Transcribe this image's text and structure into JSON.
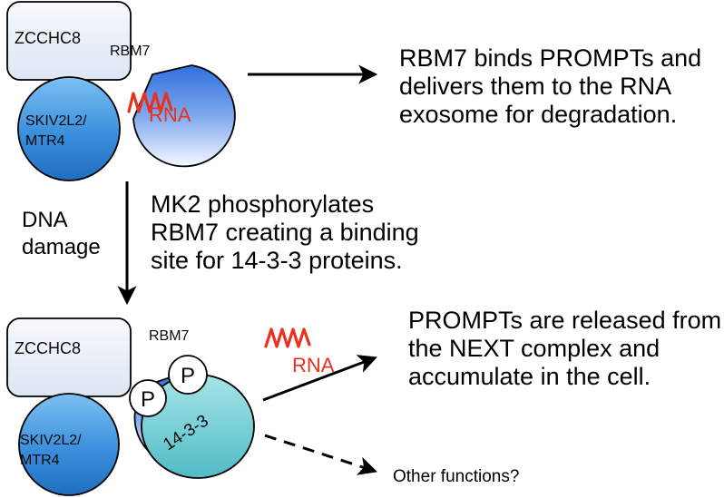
{
  "top_complex": {
    "zcchc8": "ZCCHC8",
    "rbm7": "RBM7",
    "skiv_line1": "SKIV2L2/",
    "skiv_line2": "MTR4",
    "rna": "RNA"
  },
  "top_statement": [
    "RBM7 binds PROMPTs and",
    "delivers them to the RNA",
    "exosome for degradation."
  ],
  "trigger_label": [
    "DNA",
    "damage"
  ],
  "mechanism_text": [
    "MK2 phosphorylates",
    "RBM7 creating a binding",
    "site for 14-3-3 proteins."
  ],
  "bottom_complex": {
    "zcchc8": "ZCCHC8",
    "rbm7": "RBM7",
    "skiv_line1": "SKIV2L2/",
    "skiv_line2": "MTR4",
    "phospho_a": "P",
    "phospho_b": "P",
    "adaptor": "14-3-3",
    "rna": "RNA"
  },
  "release_statement": [
    "PROMPTs are released from",
    "the NEXT complex and",
    "accumulate in the cell."
  ],
  "other_label": "Other functions?",
  "colors": {
    "zcchc8_fill": "#eef3fb",
    "skiv_blue": "#3a8fdc",
    "rbm7_blue": "#4d86e6",
    "adaptor_teal": "#7fd3da",
    "rna_red": "#e8321e"
  }
}
